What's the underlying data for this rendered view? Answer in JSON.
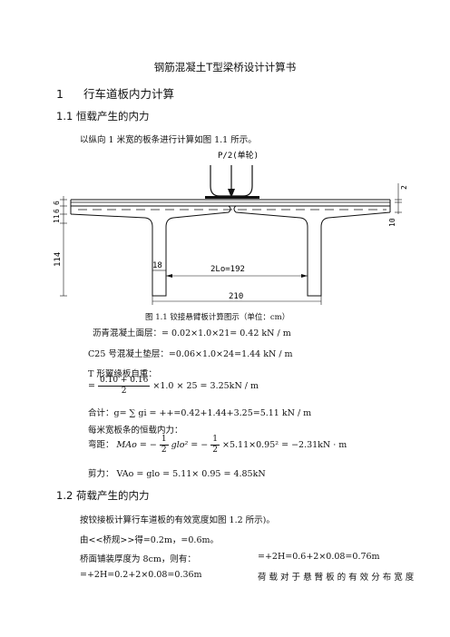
{
  "title": "钢筋混凝土T型梁桥设计计算书",
  "section1": {
    "num": "1",
    "title": "行车道板内力计算"
  },
  "section1_1": {
    "title": "1.1 恒载产生的内力",
    "intro": "以纵向 1 米宽的板条进行计算如图 1.1 所示。",
    "figure": {
      "load_label": "P/2(单轮)",
      "dim_left_top": "6",
      "dim_left_mid": "6",
      "dim_left_low": "11",
      "dim_left_big": "114",
      "dim_right_top": "2",
      "dim_right_mid": "10",
      "dim_stem": "18",
      "dim_span": "2Lo=192",
      "dim_total": "210",
      "caption": "图 1.1 铰接悬臂板计算图示（单位：cm）"
    },
    "asphalt": "沥青混凝土面层：= 0.02×1.0×21= 0.42 kN / m",
    "c25": "C25 号混凝土垫层：=0.06×1.0×24=1.44 kN / m",
    "flange_title": "T 形翼缘板自重：",
    "flange_num": "0.10 + 0.16",
    "flange_den": "2",
    "flange_rest": "×1.0 × 25 = 3.25kN / m",
    "flange_prefix": "=",
    "total": "合计：g= ∑ gi = ++=0.42+1.44+3.25=5.11 kN / m",
    "per_strip": "每米宽板条的恒载内力：",
    "moment_label": "弯距：",
    "moment_lhs": "MAo = −",
    "moment_f1": "1",
    "moment_f2": "2",
    "moment_mid": "glo² = −",
    "moment_rest": "×5.11×0.95² = −2.31kN · m",
    "shear": "剪力：  VAo = glo = 5.11× 0.95 = 4.85kN"
  },
  "section1_2": {
    "title": "1.2 荷载产生的内力",
    "intro": "按铰接板计算行车道板的有效宽度如图 1.2 所示)。",
    "spec": "由<<桥规>>得=0.2m，=0.6m。",
    "pave_left": "桥面铺装厚度为 8cm，则有：",
    "pave_right": "=+2H=0.6+2×0.08=0.76m",
    "last_left": "=+2H=0.2+2×0.08=0.36m",
    "last_right": "荷 载 对 于 悬 臂 板 的 有 效 分 布 宽 度"
  }
}
